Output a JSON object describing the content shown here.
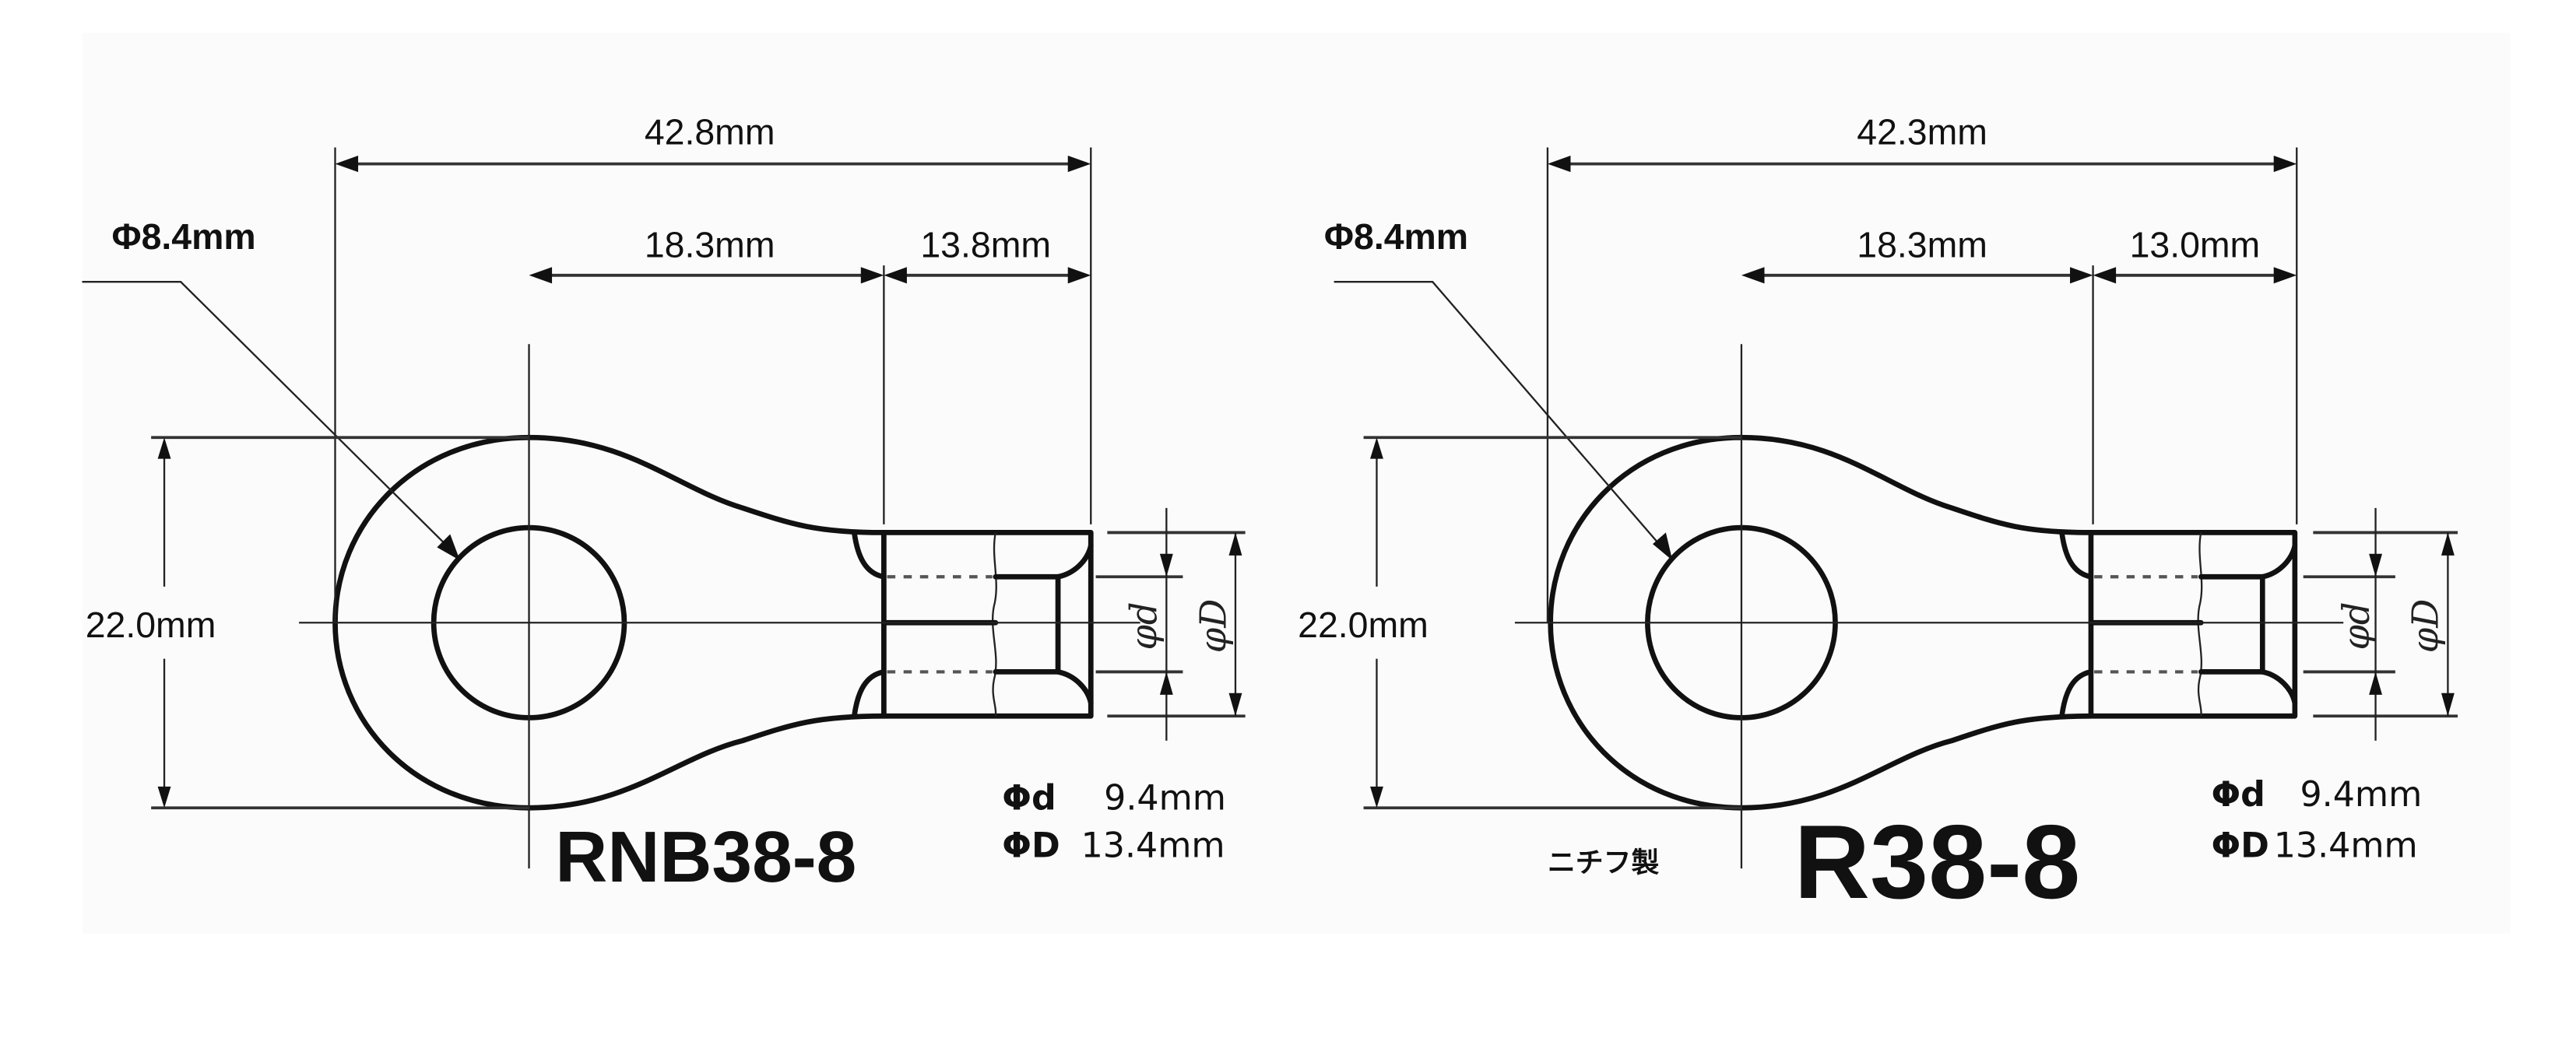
{
  "diagrams": [
    {
      "id": "left",
      "model": "RNB38-8",
      "maker_label": "",
      "total_length": "42.8mm",
      "center_to_barrel": "18.3mm",
      "barrel_length": "13.8mm",
      "hole_diameter": "Φ8.4mm",
      "ring_width": "22.0mm",
      "phi_d_symbol": "φd",
      "phi_D_symbol": "φD",
      "spec_d_label": "Φd",
      "spec_d_value": "9.4mm",
      "spec_D_label": "ΦD",
      "spec_D_value": "13.4mm"
    },
    {
      "id": "right",
      "model": "R38-8",
      "maker_label": "ニチフ製",
      "total_length": "42.3mm",
      "center_to_barrel": "18.3mm",
      "barrel_length": "13.0mm",
      "hole_diameter": "Φ8.4mm",
      "ring_width": "22.0mm",
      "phi_d_symbol": "φd",
      "phi_D_symbol": "φD",
      "spec_d_label": "Φd",
      "spec_d_value": "9.4mm",
      "spec_D_label": "ΦD",
      "spec_D_value": "13.4mm"
    }
  ],
  "colors": {
    "line": "#111111",
    "background": "#ffffff",
    "panel": "#fbfbfb"
  }
}
